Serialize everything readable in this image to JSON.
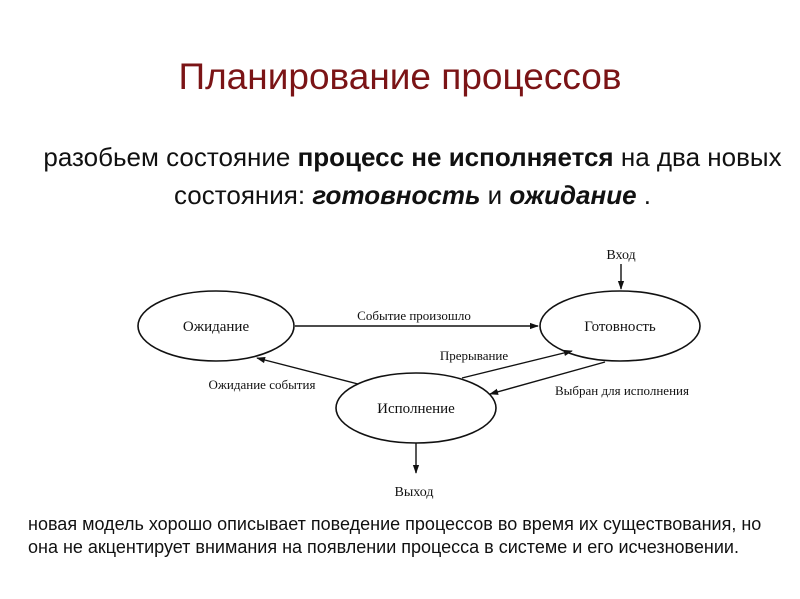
{
  "title": "Планирование процессов",
  "intro": {
    "text1": "разобьем состояние ",
    "bold1": "процесс не исполняется",
    "text2": " на два новых состояния: ",
    "bold2": "готовность",
    "text3": " и ",
    "bold3": "ожидание",
    "text4": " ."
  },
  "diagram": {
    "states": {
      "waiting": "Ожидание",
      "ready": "Готовность",
      "running": "Исполнение"
    },
    "transitions": {
      "event_occurred": "Событие произошло",
      "interrupt": "Прерывание",
      "wait_event": "Ожидание события",
      "selected": "Выбран для исполнения",
      "entry": "Вход",
      "exit": "Выход"
    }
  },
  "note": "новая модель хорошо описывает поведение процессов во время их существования, но она не акцентирует внимания на появлении процесса в системе и его исчезновении."
}
